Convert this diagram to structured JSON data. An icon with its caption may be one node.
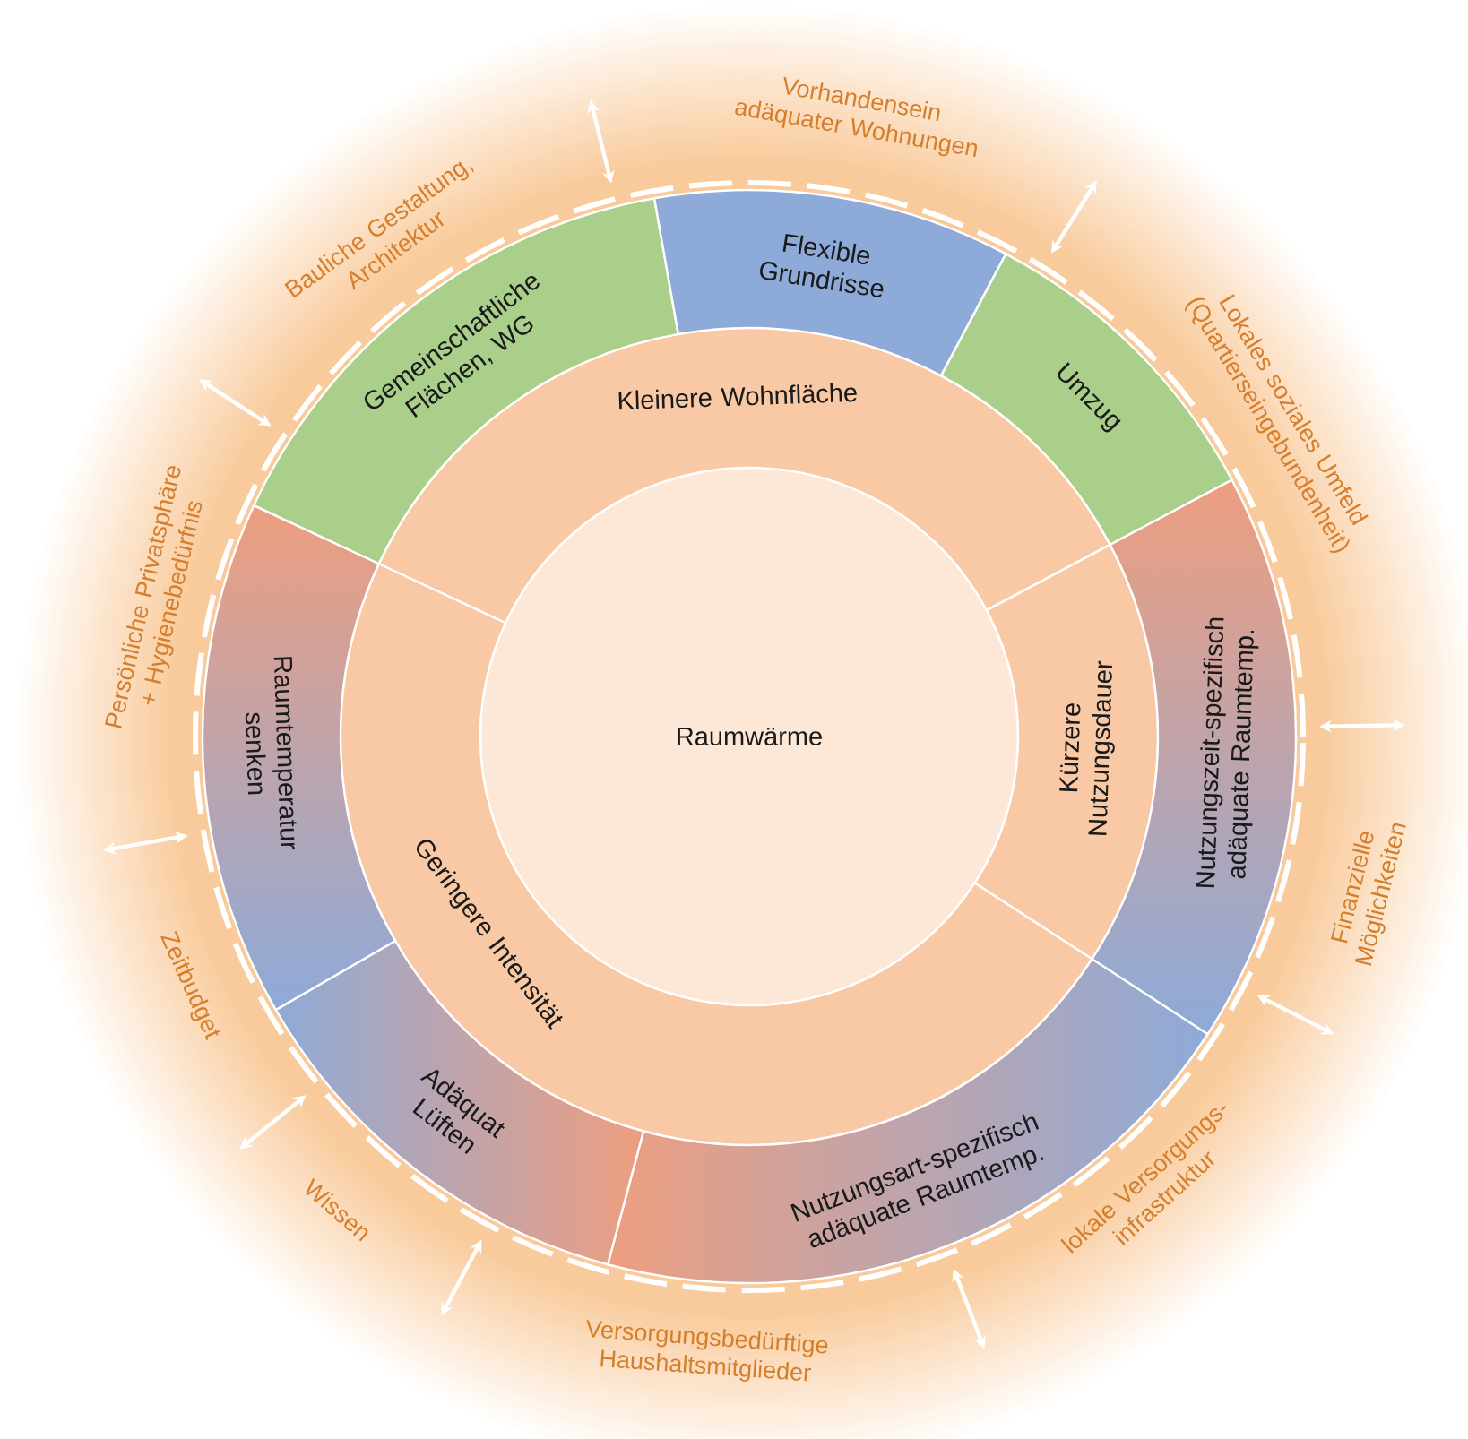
{
  "diagram": {
    "nodes": [
      {
        "text": [
          "Raumwärme"
        ]
      },
      {
        "text": [
          "Kleinere Wohnfläche"
        ]
      },
      {
        "text": [
          "Kürzere Nutzungsdauer"
        ]
      },
      {
        "text": [
          "Geringere Intensität"
        ]
      },
      {
        "text": [
          "Gemeinschaftliche Flächen, WG"
        ]
      },
      {
        "text": [
          "Flexible Grundrisse"
        ]
      },
      {
        "text": [
          "Umzug"
        ]
      },
      {
        "text": [
          "Nutzungszeit-spezifisch adäquate Raumtemp."
        ]
      },
      {
        "text": [
          "Nutzungsart-spezifisch adäquate Raumtemp."
        ]
      },
      {
        "text": [
          "Adäquat Lüften"
        ]
      },
      {
        "text": [
          "Raumtemperatur senken"
        ]
      }
    ],
    "labels": [
      "Vorhandensein adäquater Wohnungen",
      "Lokales soziales Umfeld (Quartierseingebundenheit)",
      "Finanzielle Möglichkeiten",
      "lokale Versorgungs- infrastruktur",
      "Versorgungsbedürftige Haushaltsmitglieder",
      "Wissen",
      "Zeitbudget",
      "Persönliche Privatsphäre + Hygienebedürfnis",
      "Bauliche Gestaltung, Architektur"
    ]
  }
}
